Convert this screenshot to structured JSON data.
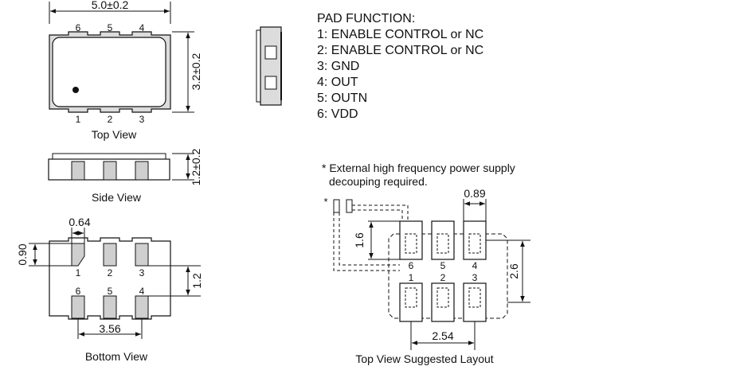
{
  "dimensions": {
    "length": "5.0±0.2",
    "width": "3.2±0.2",
    "height": "1.2±0.2",
    "pad_width": "0.64",
    "pad_height": "0.90",
    "pad_spacing_v": "1.2",
    "pad_pitch_span": "3.56",
    "layout_pad_width": "0.89",
    "layout_pad_length": "1.6",
    "layout_row_span": "2.6",
    "layout_pitch_span": "2.54"
  },
  "views": {
    "top": "Top View",
    "side": "Side View",
    "bottom": "Bottom View",
    "layout": "Top View Suggested Layout"
  },
  "pins": {
    "p1": "1",
    "p2": "2",
    "p3": "3",
    "p4": "4",
    "p5": "5",
    "p6": "6"
  },
  "pad_function": {
    "title": "PAD FUNCTION:",
    "items": [
      "1: ENABLE CONTROL or NC",
      "2: ENABLE CONTROL or NC",
      "3: GND",
      "4: OUT",
      "5: OUTN",
      "6: VDD"
    ]
  },
  "note": {
    "line1": "* External high frequency power supply",
    "line2": "decouping required.",
    "marker": "*"
  }
}
